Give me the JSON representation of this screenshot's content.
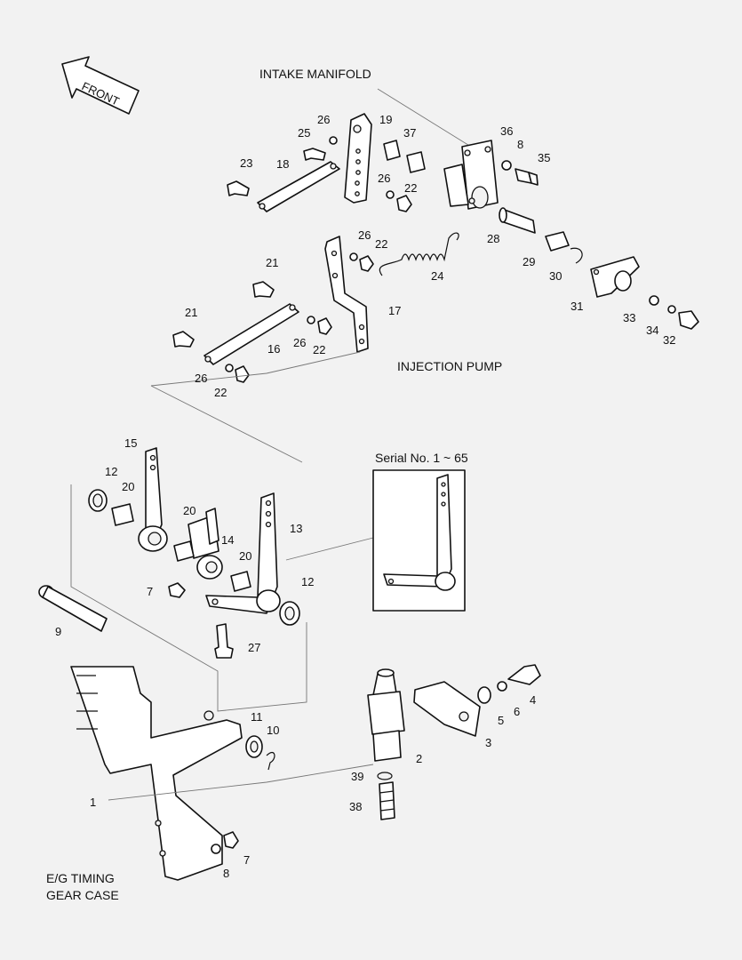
{
  "labels": {
    "front": "FRONT",
    "intake_manifold": "INTAKE MANIFOLD",
    "injection_pump": "INJECTION PUMP",
    "serial": "Serial No. 1 ~ 65",
    "gear_case_line1": "E/G TIMING",
    "gear_case_line2": "GEAR CASE"
  },
  "callouts": [
    {
      "id": "c1",
      "text": "1"
    },
    {
      "id": "c2",
      "text": "2"
    },
    {
      "id": "c3",
      "text": "3"
    },
    {
      "id": "c4",
      "text": "4"
    },
    {
      "id": "c5",
      "text": "5"
    },
    {
      "id": "c6",
      "text": "6"
    },
    {
      "id": "c7a",
      "text": "7"
    },
    {
      "id": "c7b",
      "text": "7"
    },
    {
      "id": "c8a",
      "text": "8"
    },
    {
      "id": "c8b",
      "text": "8"
    },
    {
      "id": "c9",
      "text": "9"
    },
    {
      "id": "c10",
      "text": "10"
    },
    {
      "id": "c11",
      "text": "11"
    },
    {
      "id": "c12a",
      "text": "12"
    },
    {
      "id": "c12b",
      "text": "12"
    },
    {
      "id": "c13",
      "text": "13"
    },
    {
      "id": "c14",
      "text": "14"
    },
    {
      "id": "c15",
      "text": "15"
    },
    {
      "id": "c16",
      "text": "16"
    },
    {
      "id": "c17",
      "text": "17"
    },
    {
      "id": "c18",
      "text": "18"
    },
    {
      "id": "c19",
      "text": "19"
    },
    {
      "id": "c20a",
      "text": "20"
    },
    {
      "id": "c20b",
      "text": "20"
    },
    {
      "id": "c20c",
      "text": "20"
    },
    {
      "id": "c21a",
      "text": "21"
    },
    {
      "id": "c21b",
      "text": "21"
    },
    {
      "id": "c22a",
      "text": "22"
    },
    {
      "id": "c22b",
      "text": "22"
    },
    {
      "id": "c22c",
      "text": "22"
    },
    {
      "id": "c22d",
      "text": "22"
    },
    {
      "id": "c23",
      "text": "23"
    },
    {
      "id": "c24",
      "text": "24"
    },
    {
      "id": "c25",
      "text": "25"
    },
    {
      "id": "c26a",
      "text": "26"
    },
    {
      "id": "c26b",
      "text": "26"
    },
    {
      "id": "c26c",
      "text": "26"
    },
    {
      "id": "c26d",
      "text": "26"
    },
    {
      "id": "c26e",
      "text": "26"
    },
    {
      "id": "c27",
      "text": "27"
    },
    {
      "id": "c28",
      "text": "28"
    },
    {
      "id": "c29",
      "text": "29"
    },
    {
      "id": "c30",
      "text": "30"
    },
    {
      "id": "c31",
      "text": "31"
    },
    {
      "id": "c32",
      "text": "32"
    },
    {
      "id": "c33",
      "text": "33"
    },
    {
      "id": "c34",
      "text": "34"
    },
    {
      "id": "c35",
      "text": "35"
    },
    {
      "id": "c36",
      "text": "36"
    },
    {
      "id": "c37",
      "text": "37"
    },
    {
      "id": "c38",
      "text": "38"
    },
    {
      "id": "c39",
      "text": "39"
    }
  ]
}
